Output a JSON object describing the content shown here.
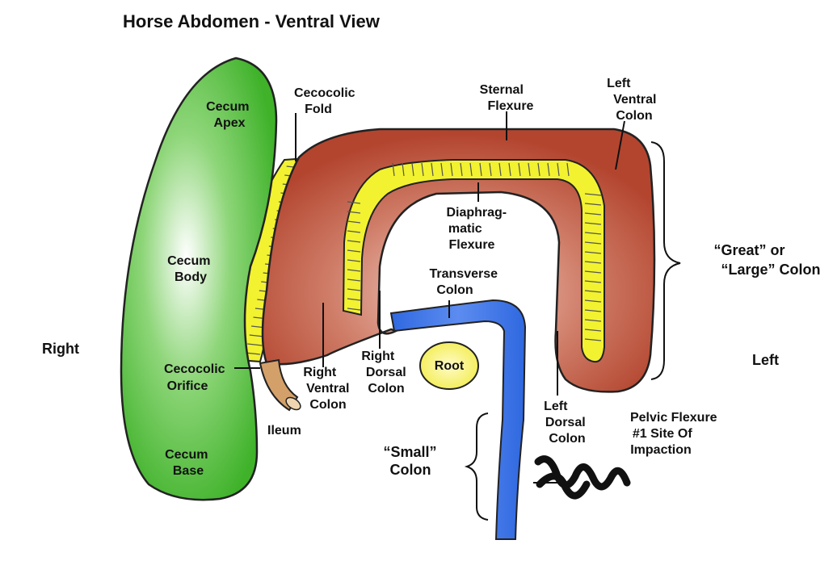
{
  "title": "Horse Abdomen - Ventral View",
  "orientation": {
    "right": "Right",
    "left": "Left"
  },
  "labels": {
    "cecum_apex": [
      "Cecum",
      "Apex"
    ],
    "cecum_body": [
      "Cecum",
      "Body"
    ],
    "cecum_base": [
      "Cecum",
      "Base"
    ],
    "cecocolic_fold": [
      "Cecocolic",
      "Fold"
    ],
    "cecocolic_orifice": [
      "Cecocolic",
      "Orifice"
    ],
    "ileum": "Ileum",
    "sternal_flexure": [
      "Sternal",
      "Flexure"
    ],
    "left_ventral_colon": [
      "Left",
      "Ventral",
      "Colon"
    ],
    "diaphragmatic_flexure": [
      "Diaphrag-",
      "matic",
      "Flexure"
    ],
    "transverse_colon": [
      "Transverse",
      "Colon"
    ],
    "right_ventral_colon": [
      "Right",
      "Ventral",
      "Colon"
    ],
    "right_dorsal_colon": [
      "Right",
      "Dorsal",
      "Colon"
    ],
    "root": "Root",
    "left_dorsal_colon": [
      "Left",
      "Dorsal",
      "Colon"
    ],
    "pelvic_flexure": [
      "Pelvic Flexure",
      "#1 Site Of",
      "Impaction"
    ],
    "great_colon": [
      "“Great” or",
      "“Large” Colon"
    ],
    "small_colon": [
      "“Small”",
      "Colon"
    ]
  },
  "colors": {
    "cecum": "#3fb22a",
    "large_colon": "#b3452f",
    "colon_highlight": "#f3cfc4",
    "fold": "#f2f230",
    "small_colon": "#2f68e0",
    "root": "#f2ec4a",
    "ileum": "#d4a06a",
    "impaction": "#111111"
  }
}
